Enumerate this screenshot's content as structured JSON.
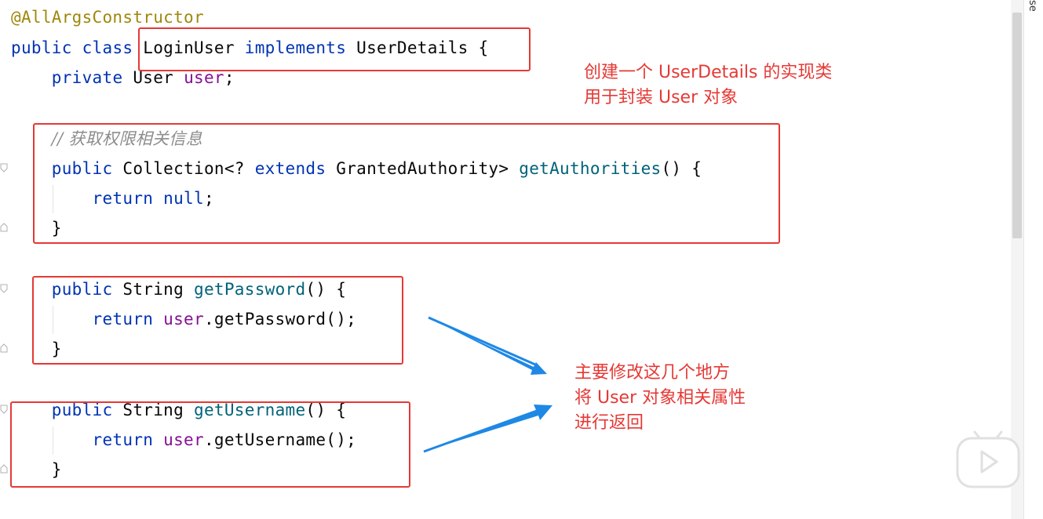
{
  "code": {
    "annotation": "@AllArgsConstructor",
    "class_kw1": "public",
    "class_kw2": "class",
    "class_name": "LoginUser",
    "implements_kw": "implements",
    "interface_name": "UserDetails",
    "open_brace": "{",
    "private_kw": "private",
    "field_type": "User",
    "field_name": "user",
    "semicolon": ";",
    "comment": "// 获取权限相关信息",
    "m1_public": "public",
    "m1_type_a": "Collection<?",
    "m1_extends": "extends",
    "m1_type_b": "GrantedAuthority>",
    "m1_name": "getAuthorities",
    "m1_tail": "() {",
    "m1_return": "return",
    "m1_null": "null",
    "close_brace": "}",
    "m2_public": "public",
    "m2_type": "String",
    "m2_name": "getPassword",
    "m2_tail": "() {",
    "m2_return": "return",
    "m2_obj": "user",
    "m2_call": ".getPassword();",
    "m3_public": "public",
    "m3_type": "String",
    "m3_name": "getUsername",
    "m3_tail": "() {",
    "m3_return": "return",
    "m3_obj": "user",
    "m3_call": ".getUsername();"
  },
  "annotations": {
    "note1_line1": "创建一个 UserDetails 的实现类",
    "note1_line2": "用于封装 User 对象",
    "note2_line1": "主要修改这几个地方",
    "note2_line2": "将 User 对象相关属性",
    "note2_line3": "进行返回"
  },
  "right_strip_text": "se",
  "colors": {
    "keyword": "#0033b3",
    "annotation": "#9e880d",
    "field": "#871094",
    "method": "#00627a",
    "comment": "#8c8c8c",
    "highlight_box": "#e53935",
    "arrow": "#1e88e5"
  },
  "icons": [
    "play-icon",
    "arrow-icon"
  ]
}
